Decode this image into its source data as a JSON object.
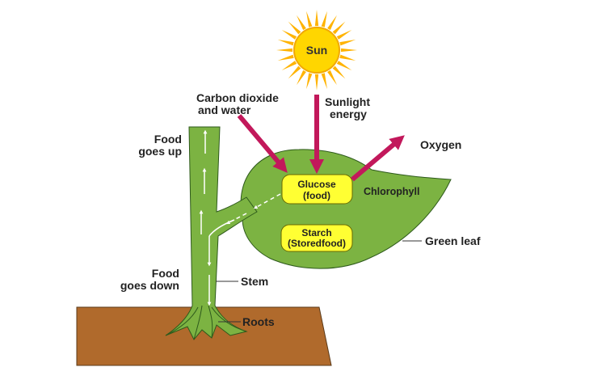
{
  "labels": {
    "sun": "Sun",
    "carbon_line1": "Carbon dioxide",
    "carbon_line2": "and water",
    "sunlight_line1": "Sunlight",
    "sunlight_line2": "energy",
    "oxygen": "Oxygen",
    "food_up_line1": "Food",
    "food_up_line2": "goes up",
    "food_down_line1": "Food",
    "food_down_line2": "goes down",
    "chlorophyll": "Chlorophyll",
    "green_leaf": "Green leaf",
    "stem": "Stem",
    "roots": "Roots"
  },
  "boxes": {
    "glucose_line1": "Glucose",
    "glucose_line2": "(food)",
    "starch_line1": "Starch",
    "starch_line2": "(Storedfood)"
  },
  "colors": {
    "plant_green": "#7cb342",
    "outline": "#2e5a1c",
    "soil": "#b06a2c",
    "arrow_magenta": "#c2185b",
    "box_yellow": "#ffff33",
    "sun_yellow": "#ffd600",
    "sun_ray": "#ffb300"
  }
}
